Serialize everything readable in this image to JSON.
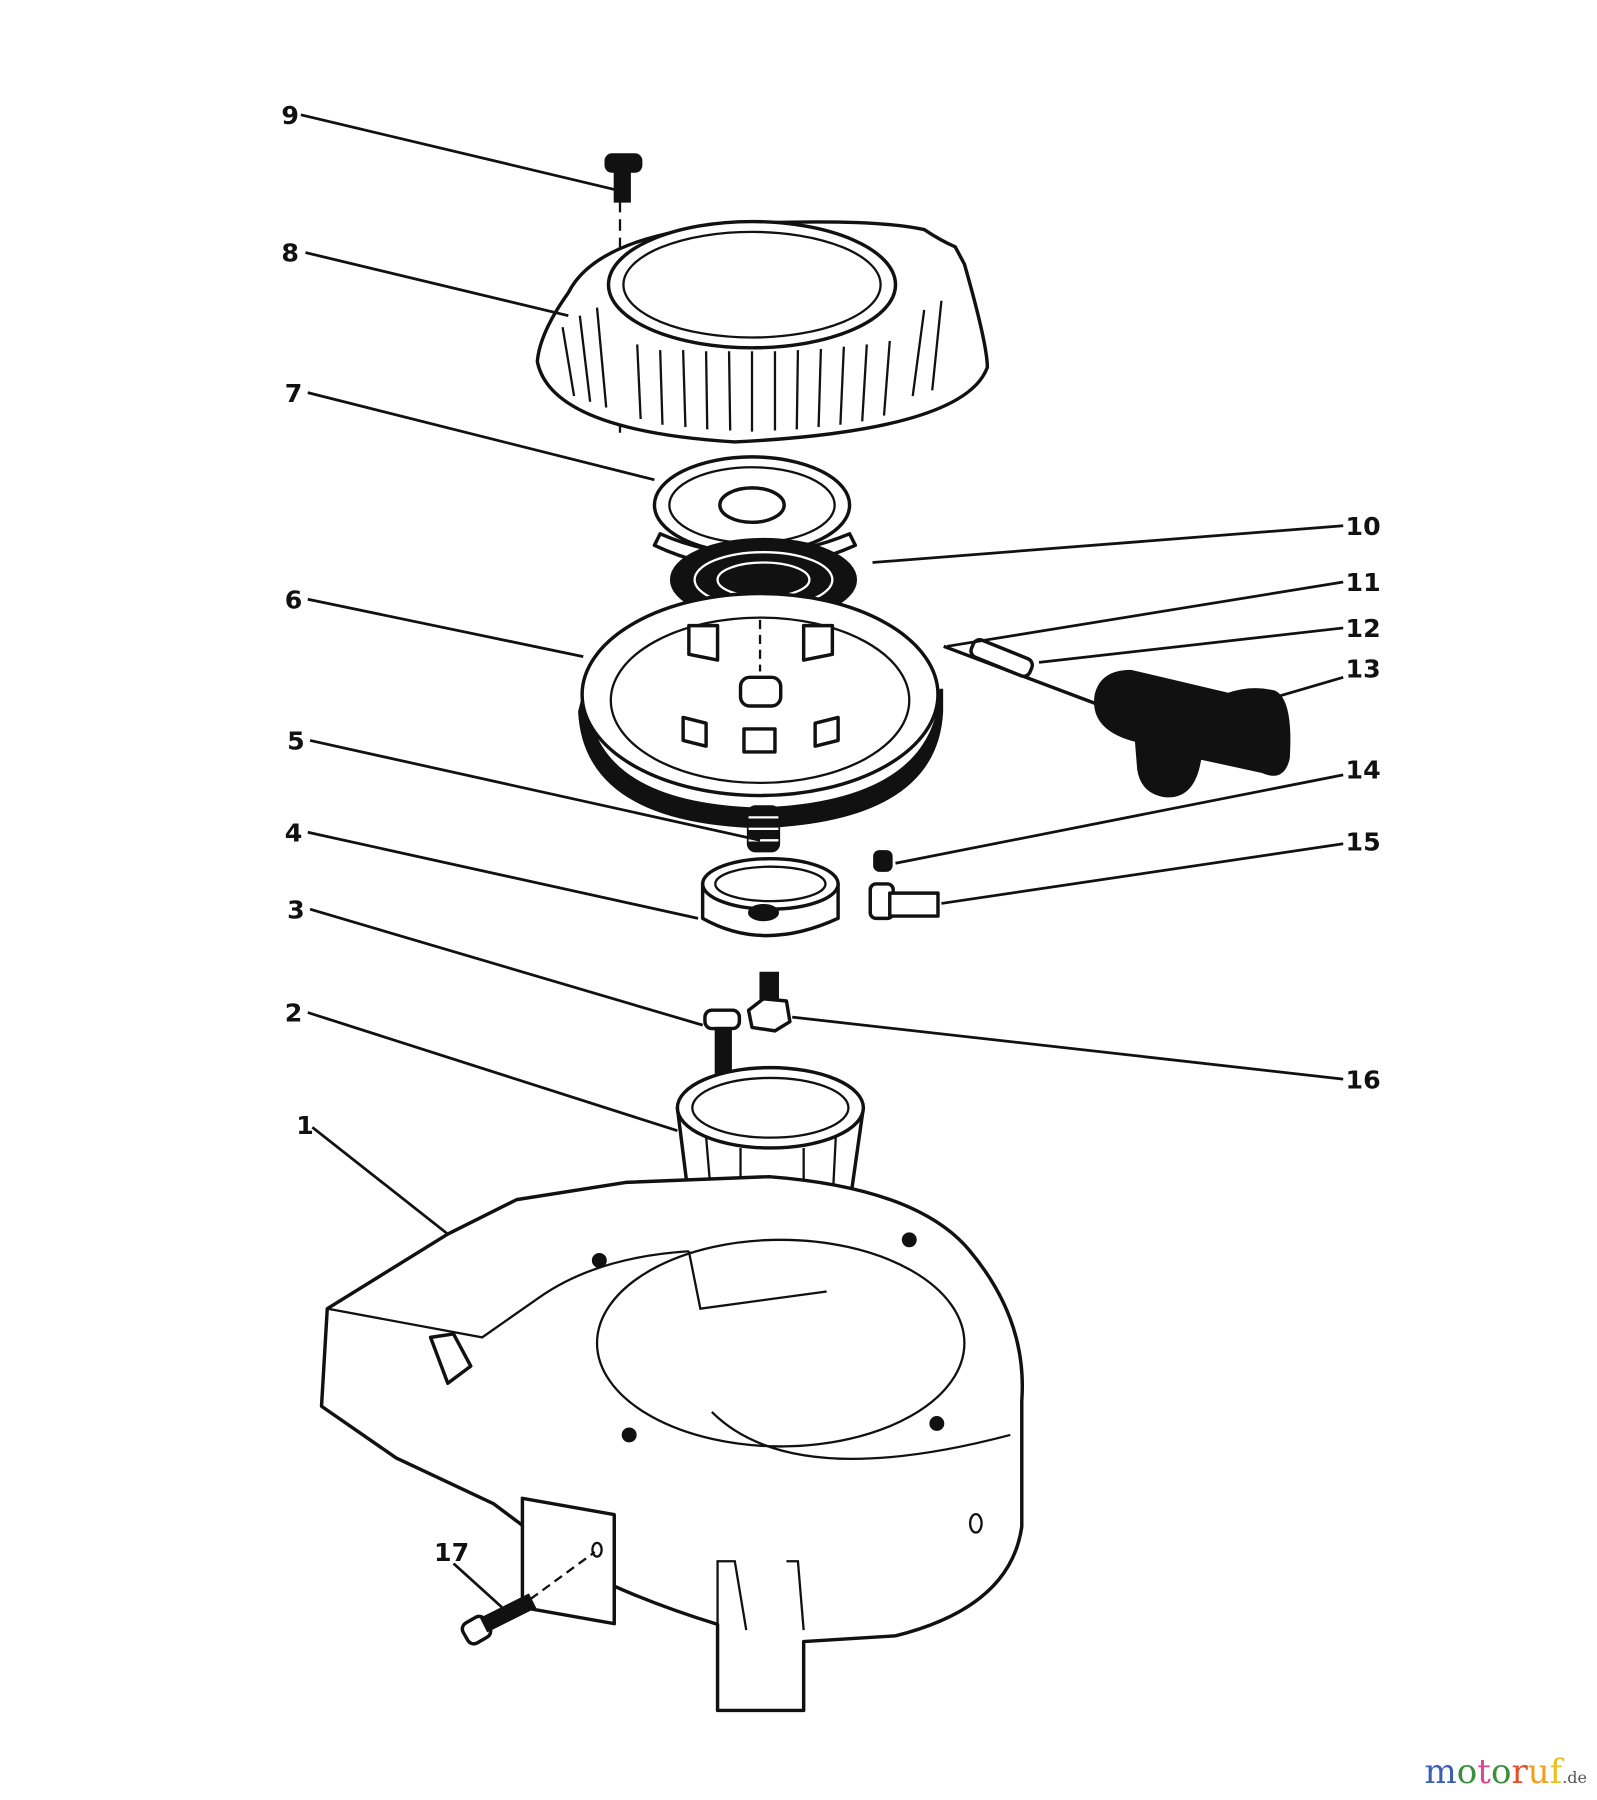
{
  "callouts": [
    "1",
    "2",
    "3",
    "4",
    "5",
    "6",
    "7",
    "8",
    "9",
    "10",
    "11",
    "12",
    "13",
    "14",
    "15",
    "16",
    "17"
  ],
  "watermark": {
    "text": "motoruf",
    "tld": ".de",
    "letters": [
      {
        "ch": "m",
        "color": "#3b5fb5"
      },
      {
        "ch": "o",
        "color": "#3a8f3a"
      },
      {
        "ch": "t",
        "color": "#d94a8c"
      },
      {
        "ch": "o",
        "color": "#3a8f3a"
      },
      {
        "ch": "r",
        "color": "#e0522d"
      },
      {
        "ch": "u",
        "color": "#f0a020"
      },
      {
        "ch": "f",
        "color": "#e8c020"
      }
    ]
  }
}
